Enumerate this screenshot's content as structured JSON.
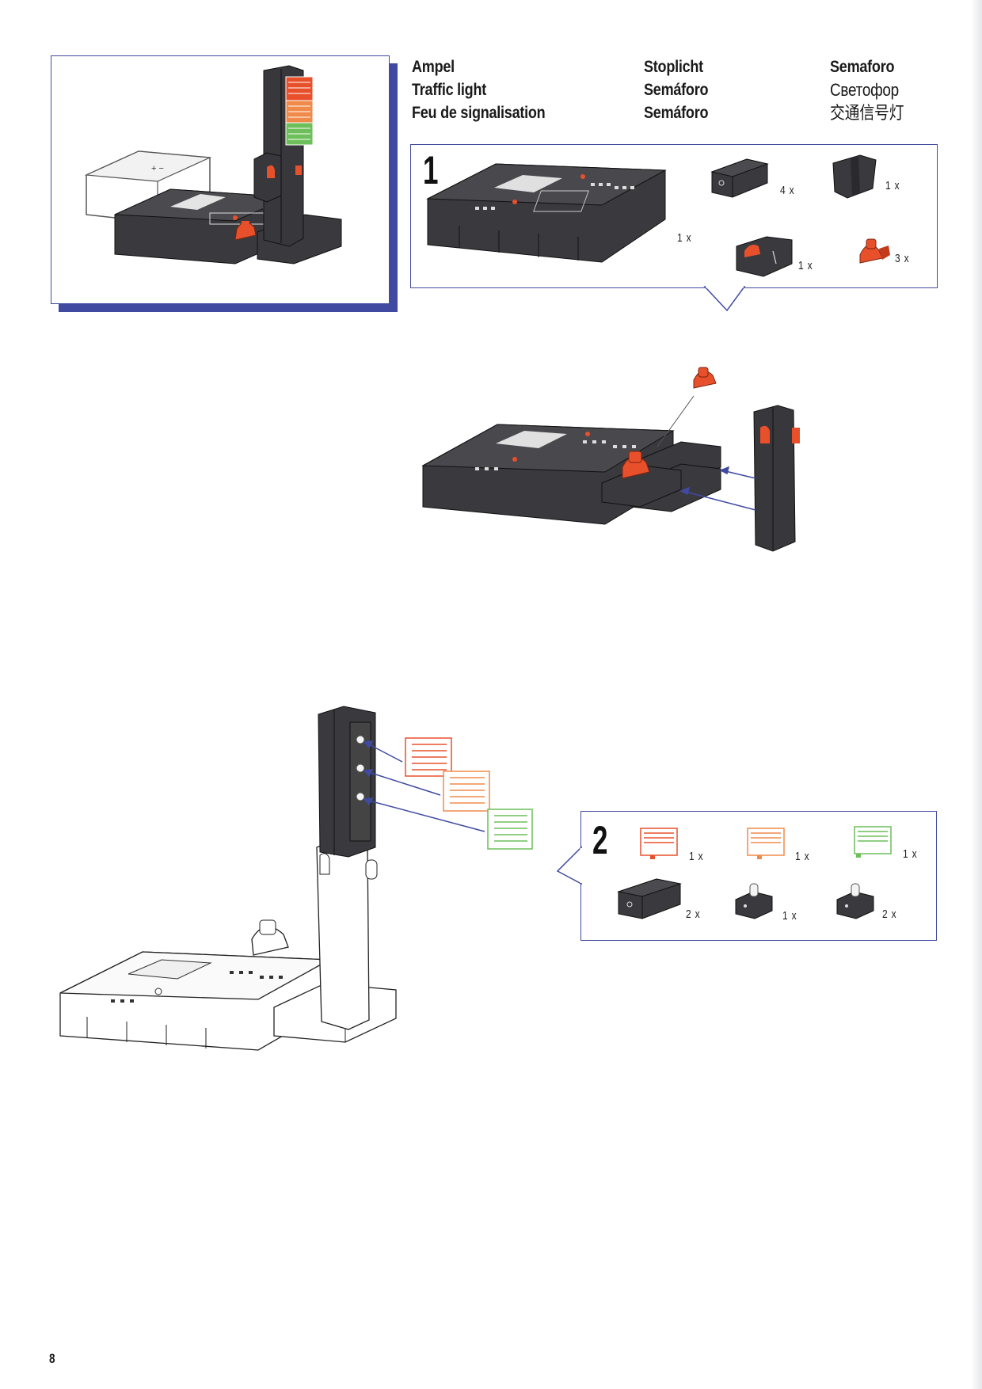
{
  "title_columns": [
    [
      "Ampel",
      "Traffic light",
      "Feu de signalisation"
    ],
    [
      "Stoplicht",
      "Semáforo",
      "Semáforo"
    ],
    [
      "Semaforo",
      "Светофор",
      "交通信号灯"
    ]
  ],
  "step1": {
    "number": "1",
    "parts": [
      {
        "icon": "controller-board-icon",
        "qty": "1 x"
      },
      {
        "icon": "building-block-icon",
        "qty": "4 x"
      },
      {
        "icon": "angle-block-icon",
        "qty": "1 x"
      },
      {
        "icon": "switch-module-icon",
        "qty": "1 x"
      },
      {
        "icon": "red-clip-icon",
        "qty": "3 x"
      }
    ]
  },
  "step2": {
    "number": "2",
    "parts": [
      {
        "icon": "red-light-cap-icon",
        "qty": "1 x"
      },
      {
        "icon": "orange-light-cap-icon",
        "qty": "1 x"
      },
      {
        "icon": "green-light-cap-icon",
        "qty": "1 x"
      },
      {
        "icon": "building-block-icon",
        "qty": "2 x"
      },
      {
        "icon": "lamp-socket-icon",
        "qty": "1 x"
      },
      {
        "icon": "lamp-socket-icon",
        "qty": "2 x"
      }
    ]
  },
  "colors": {
    "frame_blue": "#3f4aa0",
    "block_dark": "#3a3a3e",
    "accent_red": "#e8502c",
    "light_orange": "#f08a4a",
    "light_green": "#6cbf5a"
  },
  "page_number": "8"
}
